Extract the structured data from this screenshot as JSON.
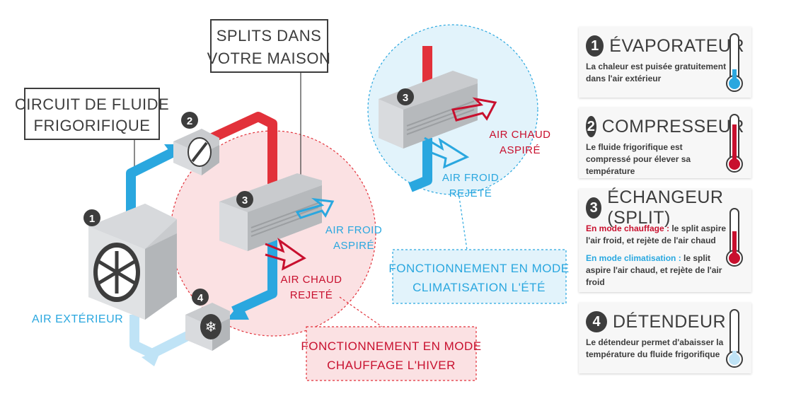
{
  "labels": {
    "circuit_line1": "CIRCUIT DE FLUIDE",
    "circuit_line2": "FRIGORIFIQUE",
    "splits_line1": "SPLITS DANS",
    "splits_line2": "VOTRE MAISON",
    "air_exterieur": "AIR EXTÉRIEUR",
    "air_froid_aspire_1": "AIR FROID",
    "air_froid_aspire_2": "ASPIRÉ",
    "air_chaud_rejete_1": "AIR CHAUD",
    "air_chaud_rejete_2": "REJETÉ",
    "air_chaud_aspire_1": "AIR CHAUD",
    "air_chaud_aspire_2": "ASPIRÉ",
    "air_froid_rejete_1": "AIR FROID",
    "air_froid_rejete_2": "REJETÉ",
    "mode_hiver_1": "FONCTIONNEMENT EN MODE",
    "mode_hiver_2": "CHAUFFAGE L'HIVER",
    "mode_ete_1": "FONCTIONNEMENT EN MODE",
    "mode_ete_2": "CLIMATISATION L'ÉTÉ"
  },
  "badges": [
    "1",
    "2",
    "3",
    "3",
    "4"
  ],
  "cards": [
    {
      "num": "1",
      "title": "ÉVAPORATEUR",
      "desc": "La chaleur est puisée gratuitement dans l'air extérieur",
      "thermo": "cold"
    },
    {
      "num": "2",
      "title": "COMPRESSEUR",
      "desc": "Le fluide frigorifique est compressé pour élever sa température",
      "thermo": "hot"
    },
    {
      "num": "3",
      "title": "ÉCHANGEUR (SPLIT)",
      "heat_label": "En mode chauffage :",
      "heat_desc": " le split aspire l'air froid, et rejète de l'air chaud",
      "cool_label": "En mode climatisation :",
      "cool_desc": " le split aspire l'air chaud, et rejète de l'air froid",
      "thermo": "hot"
    },
    {
      "num": "4",
      "title": "DÉTENDEUR",
      "desc": "Le détendeur permet d'abaisser la température du fluide frigorifique",
      "thermo": "cool"
    }
  ],
  "colors": {
    "red": "#e2313a",
    "dark_red": "#c8102e",
    "blue": "#2aa7df",
    "light_blue": "#bfe3f6",
    "dark": "#3d3d3d",
    "unit_grey": "#d4d6d9"
  }
}
